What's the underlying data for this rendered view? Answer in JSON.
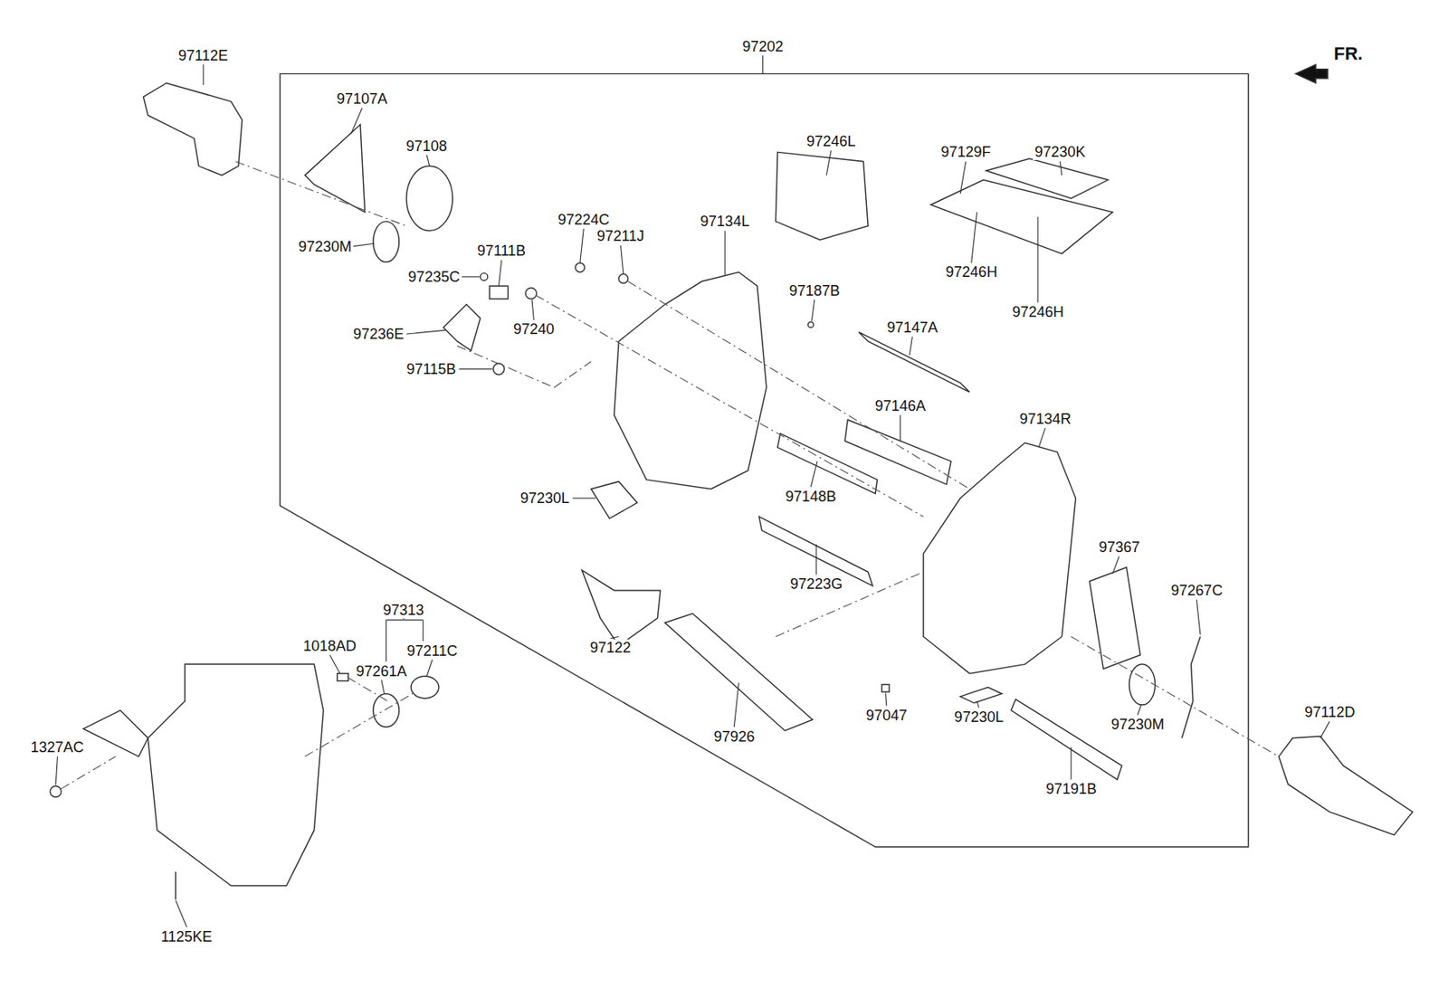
{
  "diagram": {
    "labels": [
      "97202",
      "FR.",
      "97112E",
      "97107A",
      "97108",
      "97230M",
      "97235C",
      "97111B",
      "97224C",
      "97211J",
      "97134L",
      "97246L",
      "97129F",
      "97230K",
      "97246H",
      "97246H",
      "97187B",
      "97147A",
      "97236E",
      "97240",
      "97115B",
      "97146A",
      "97134R",
      "97148B",
      "97230L",
      "97223G",
      "97367",
      "97267C",
      "97313",
      "1018AD",
      "97211C",
      "97261A",
      "97122",
      "97047",
      "97230L",
      "97230M",
      "97112D",
      "1327AC",
      "97926",
      "97191B",
      "1125KE"
    ]
  }
}
